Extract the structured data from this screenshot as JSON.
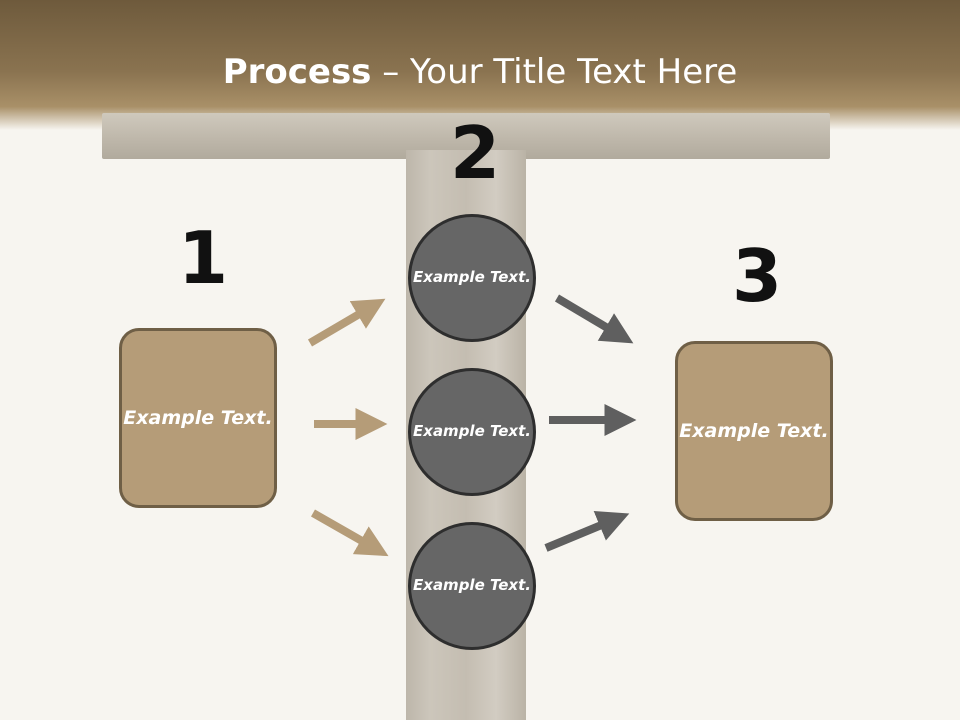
{
  "title": {
    "bold": "Process",
    "rest": " – Your Title Text Here"
  },
  "steps": {
    "one": "1",
    "two": "2",
    "three": "3"
  },
  "left_box": {
    "text": "Example Text."
  },
  "circles": [
    {
      "text": "Example Text."
    },
    {
      "text": "Example Text."
    },
    {
      "text": "Example Text."
    }
  ],
  "right_box": {
    "text": "Example Text."
  },
  "colors": {
    "header": "#8a7350",
    "box_fill": "#b59c78",
    "circle_fill": "#666666",
    "left_arrows": "#b59c78",
    "right_arrows": "#5f5f5f"
  }
}
